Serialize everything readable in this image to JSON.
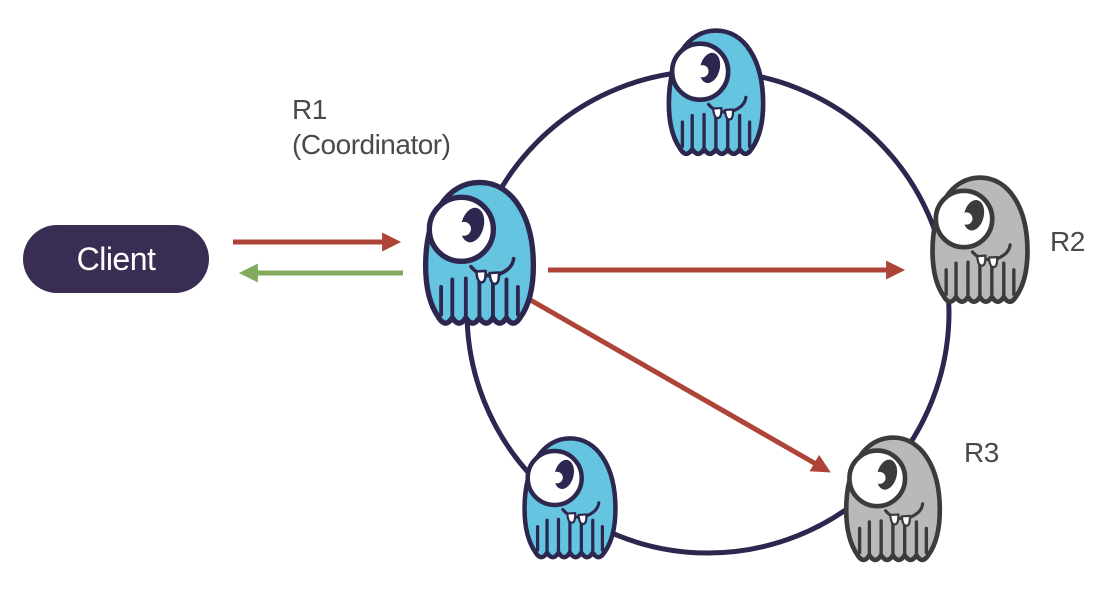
{
  "diagram": {
    "client": {
      "label": "Client"
    },
    "nodes": [
      {
        "id": "replica-top",
        "label": "",
        "color": "blue"
      },
      {
        "id": "r1",
        "label_line1": "R1",
        "label_line2": "(Coordinator)",
        "color": "blue",
        "role": "coordinator"
      },
      {
        "id": "r2",
        "label": "R2",
        "color": "gray"
      },
      {
        "id": "r3",
        "label": "R3",
        "color": "gray"
      },
      {
        "id": "replica-bottom-left",
        "label": "",
        "color": "blue"
      }
    ],
    "arrows": [
      {
        "from": "Client",
        "to": "R1",
        "color": "red"
      },
      {
        "from": "R1",
        "to": "Client",
        "color": "green"
      },
      {
        "from": "R1",
        "to": "R2",
        "color": "red"
      },
      {
        "from": "R1",
        "to": "R3",
        "color": "red"
      }
    ],
    "colors": {
      "node_blue": "#65c4df",
      "node_gray": "#b9b8ba",
      "outline_navy": "#2d2750",
      "outline_gray": "#3b3b3b",
      "client_bg": "#3a2d54",
      "arrow_red": "#ae4337",
      "arrow_green": "#82aa5e",
      "ring_stroke": "#2d2750",
      "label_text": "#4a4a4a"
    }
  }
}
